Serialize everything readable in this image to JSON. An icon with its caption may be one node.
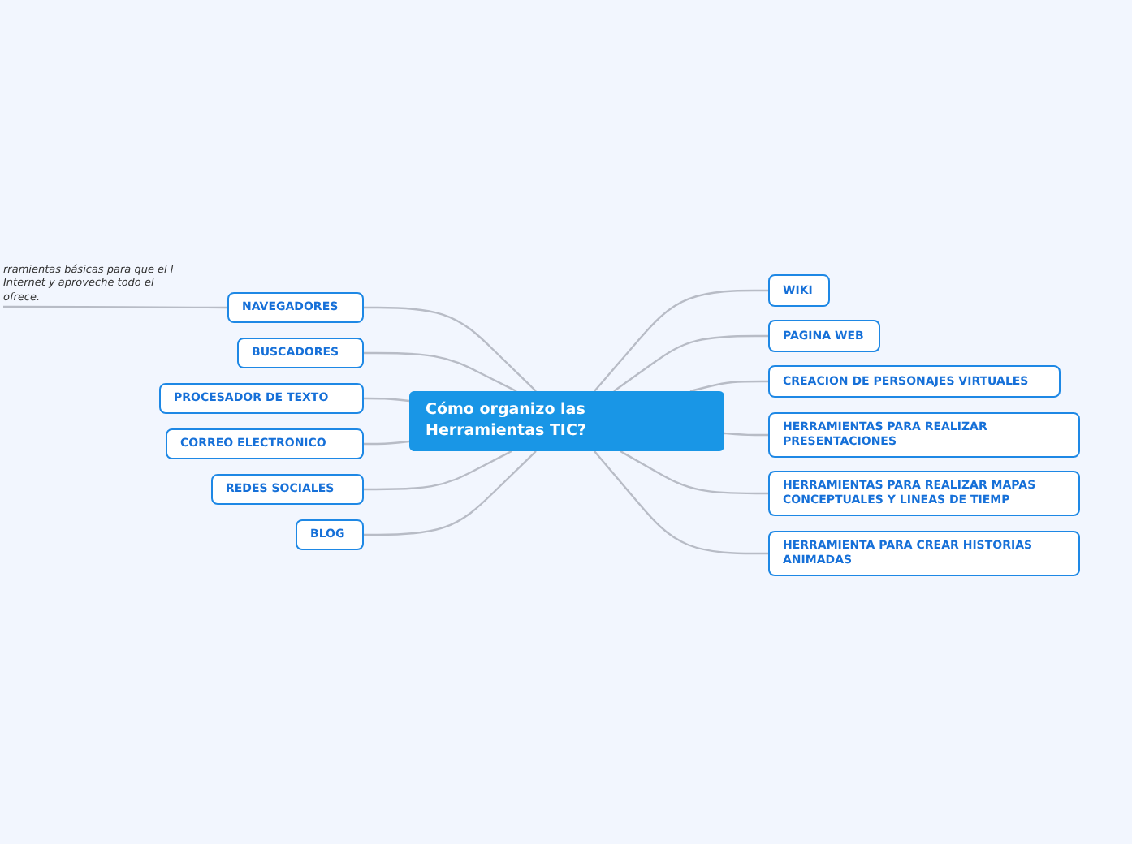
{
  "diagram": {
    "nodes": [
      {
        "text": [
          "Cómo organizo las Herramientas TIC?"
        ]
      },
      {
        "text": [
          "NAVEGADORES"
        ]
      },
      {
        "text": [
          "BUSCADORES"
        ]
      },
      {
        "text": [
          "PROCESADOR DE TEXTO"
        ]
      },
      {
        "text": [
          "CORREO ELECTRONICO"
        ]
      },
      {
        "text": [
          "REDES SOCIALES"
        ]
      },
      {
        "text": [
          "BLOG"
        ]
      },
      {
        "text": [
          "rramientas básicas para que el l Internet y aproveche todo el ofrece."
        ]
      },
      {
        "text": [
          "WIKI"
        ]
      },
      {
        "text": [
          "PAGINA WEB"
        ]
      },
      {
        "text": [
          "CREACION DE PERSONAJES VIRTUALES"
        ]
      },
      {
        "text": [
          "HERRAMIENTAS PARA REALIZAR PRESENTACIONES"
        ]
      },
      {
        "text": [
          "HERRAMIENTAS PARA REALIZAR MAPAS CONCEPTUALES Y LINEAS DE TIEMP"
        ]
      },
      {
        "text": [
          "HERRAMIENTA PARA CREAR HISTORIAS ANIMADAS"
        ]
      }
    ],
    "edges": [
      {
        "from": 0,
        "to": 1,
        "arrow": "none"
      },
      {
        "from": 0,
        "to": 2,
        "arrow": "none"
      },
      {
        "from": 0,
        "to": 3,
        "arrow": "none"
      },
      {
        "from": 0,
        "to": 4,
        "arrow": "none"
      },
      {
        "from": 0,
        "to": 5,
        "arrow": "none"
      },
      {
        "from": 0,
        "to": 6,
        "arrow": "none"
      },
      {
        "from": 1,
        "to": 7,
        "arrow": "none"
      },
      {
        "from": 0,
        "to": 8,
        "arrow": "none"
      },
      {
        "from": 0,
        "to": 9,
        "arrow": "none"
      },
      {
        "from": 0,
        "to": 10,
        "arrow": "none"
      },
      {
        "from": 0,
        "to": 11,
        "arrow": "none"
      },
      {
        "from": 0,
        "to": 12,
        "arrow": "none"
      },
      {
        "from": 0,
        "to": 13,
        "arrow": "none"
      }
    ]
  }
}
